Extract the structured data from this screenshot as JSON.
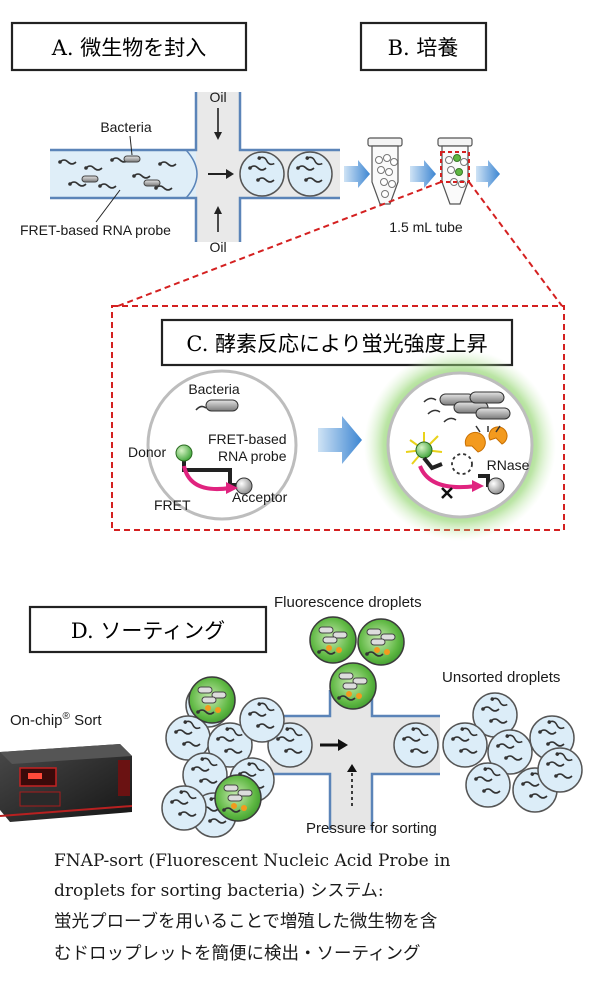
{
  "panels": {
    "a_title": "A. 微生物を封入",
    "b_title": "B. 培養",
    "c_title": "C. 酵素反応により蛍光強度上昇",
    "d_title": "D. ソーティング"
  },
  "panel_a": {
    "oil_top": "Oil",
    "oil_bottom": "Oil",
    "bacteria": "Bacteria",
    "probe": "FRET-based RNA probe"
  },
  "panel_b": {
    "tube": "1.5 mL tube"
  },
  "panel_c": {
    "bacteria": "Bacteria",
    "probe_line1": "FRET-based",
    "probe_line2": "RNA probe",
    "donor": "Donor",
    "acceptor": "Acceptor",
    "fret": "FRET",
    "rnase": "RNase"
  },
  "panel_d": {
    "fluorescence": "Fluorescence droplets",
    "unsorted": "Unsorted droplets",
    "pressure": "Pressure for sorting",
    "device_name": "On-chip",
    "device_reg": "®",
    "device_sort": " Sort"
  },
  "caption": {
    "en_line1": "FNAP-sort (Fluorescent Nucleic Acid Probe in",
    "en_line2": "droplets for sorting bacteria) システム:",
    "ja_line1": "蛍光プローブを用いることで増殖した微生物を含",
    "ja_line2": "むドロップレットを簡便に検出・ソーティング"
  },
  "colors": {
    "channel": "#dfeef8",
    "channel_edge": "#5b84b8",
    "arrow_blue": "#4a90d6",
    "dash_red": "#d42020",
    "glow_green": "#6cc04a",
    "magenta": "#e0237f",
    "orange": "#f39a1e"
  }
}
